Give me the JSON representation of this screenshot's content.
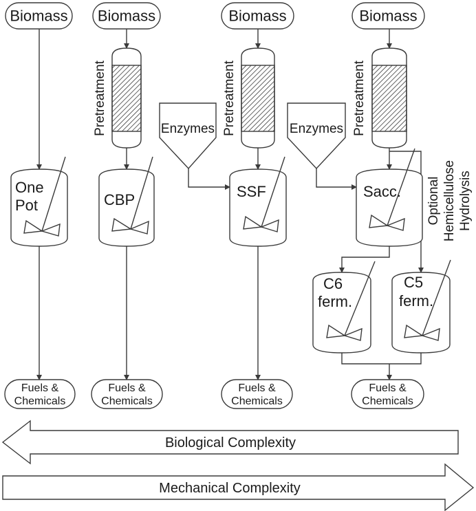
{
  "inputs": {
    "biomass": [
      "Biomass",
      "Biomass",
      "Biomass",
      "Biomass"
    ],
    "enzymes": [
      "Enzymes",
      "Enzymes"
    ]
  },
  "steps": {
    "pretreatment": [
      "Pretreatment",
      "Pretreatment",
      "Pretreatment"
    ],
    "optional_hydrolysis": [
      "Optional",
      "Hemicellulose",
      "Hydrolysis"
    ]
  },
  "reactors": {
    "one_pot": [
      "One",
      "Pot"
    ],
    "cbp": "CBP",
    "ssf": "SSF",
    "sacc": "Sacc.",
    "c6": [
      "C6",
      "ferm."
    ],
    "c5": [
      "C5",
      "ferm."
    ]
  },
  "outputs": {
    "products": [
      [
        "Fuels &",
        "Chemicals"
      ],
      [
        "Fuels &",
        "Chemicals"
      ],
      [
        "Fuels &",
        "Chemicals"
      ],
      [
        "Fuels &",
        "Chemicals"
      ]
    ]
  },
  "arrows": {
    "biological": "Biological Complexity",
    "mechanical": "Mechanical Complexity"
  },
  "colors": {
    "stroke": "#3a3a3a",
    "text": "#1a1a1a",
    "hatch": "#3a3a3a",
    "background": "#ffffff"
  }
}
